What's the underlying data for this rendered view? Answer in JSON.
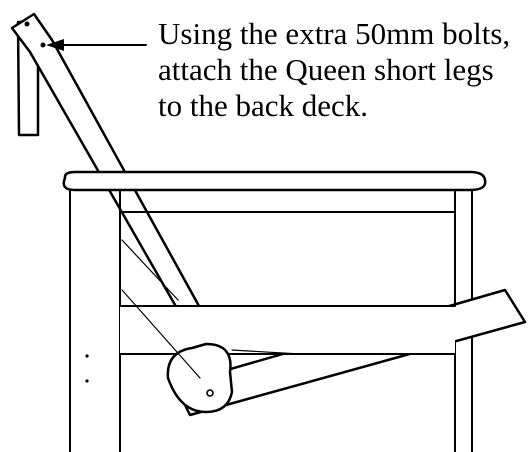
{
  "instruction": {
    "lines": [
      "Using the extra 50mm bolts,",
      "attach the Queen short legs",
      "to the back deck."
    ]
  },
  "colors": {
    "ink": "#000000",
    "paper": "#ffffff"
  }
}
